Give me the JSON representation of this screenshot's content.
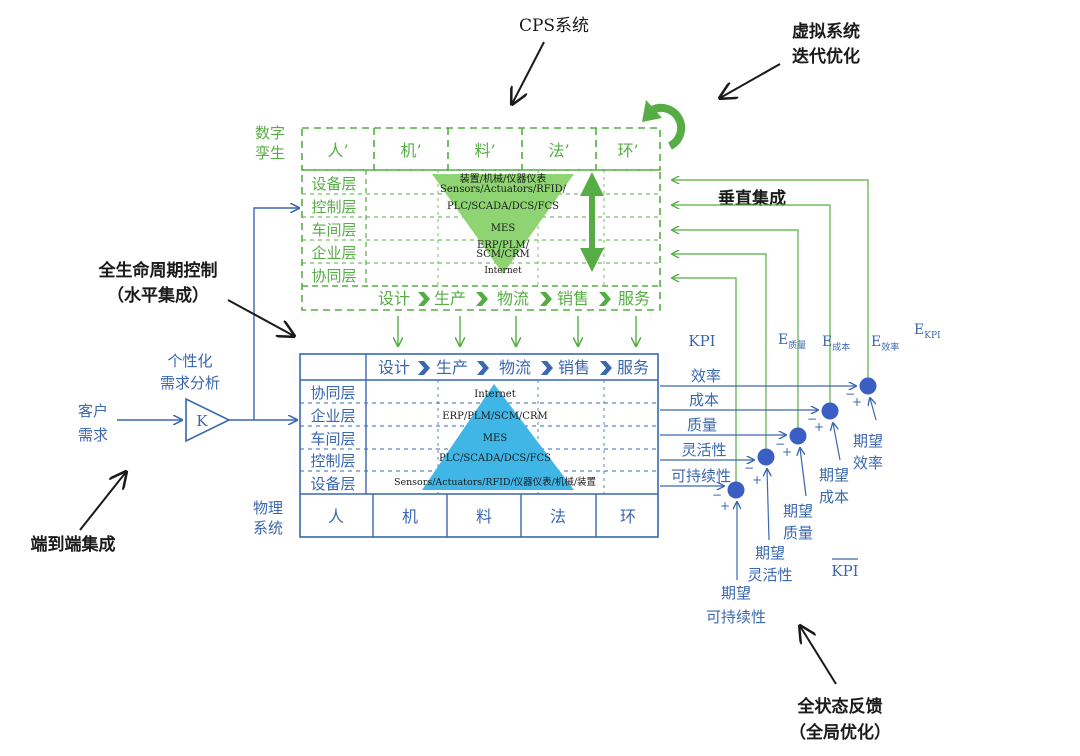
{
  "annotations": {
    "cps": "CPS系统",
    "virtual_iter": [
      "虚拟系统",
      "迭代优化"
    ],
    "lifecycle": [
      "全生命周期控制",
      "（水平集成）"
    ],
    "end_to_end": "端到端集成",
    "vertical": "垂直集成",
    "full_state": [
      "全状态反馈",
      "（全局优化）"
    ]
  },
  "digital_twin": {
    "label": [
      "数字",
      "孪生"
    ],
    "elements": [
      "人’",
      "机’",
      "料’",
      "法’",
      "环’"
    ],
    "layers": [
      "设备层",
      "控制层",
      "车间层",
      "企业层",
      "协同层"
    ],
    "pyramid_text": [
      "装置/机械/仪器仪表",
      "Sensors/Actuators/RFID/",
      "PLC/SCADA/DCS/FCS",
      "MES",
      "ERP/PLM/",
      "SCM/CRM",
      "Internet"
    ],
    "flow": [
      "设计",
      "生产",
      "物流",
      "销售",
      "服务"
    ]
  },
  "physical": {
    "label": [
      "物理",
      "系统"
    ],
    "flow": [
      "设计",
      "生产",
      "物流",
      "销售",
      "服务"
    ],
    "layers": [
      "协同层",
      "企业层",
      "车间层",
      "控制层",
      "设备层"
    ],
    "pyramid_text": [
      "Internet",
      "ERP/PLM/SCM/CRM",
      "MES",
      "PLC/SCADA/DCS/FCS",
      "Sensors/Actuators/RFID/仪器仪表/机械/装置"
    ],
    "elements": [
      "人",
      "机",
      "料",
      "法",
      "环"
    ]
  },
  "input": {
    "customer": [
      "客户",
      "需求"
    ],
    "analysis": [
      "个性化",
      "需求分析"
    ],
    "gain": "K"
  },
  "kpi": {
    "title": "KPI",
    "items": [
      "效率",
      "成本",
      "质量",
      "灵活性",
      "可持续性"
    ],
    "errors": [
      {
        "base": "E",
        "sub": "质量"
      },
      {
        "base": "E",
        "sub": "成本"
      },
      {
        "base": "E",
        "sub": "效率"
      },
      {
        "base": "E",
        "sub": "KPI"
      }
    ],
    "expected": [
      [
        "期望",
        "效率"
      ],
      [
        "期望",
        "成本"
      ],
      [
        "期望",
        "质量"
      ],
      [
        "期望",
        "灵活性"
      ],
      [
        "期望",
        "可持续性"
      ]
    ],
    "kpi_bar": "KPI",
    "plus": "+",
    "minus": "−"
  },
  "colors": {
    "green": "#56ad45",
    "green_light": "#8fd472",
    "blue": "#3a67b0",
    "blue_light": "#3fb6e6",
    "dot": "#3a5ec4",
    "black": "#1a1a1a"
  }
}
